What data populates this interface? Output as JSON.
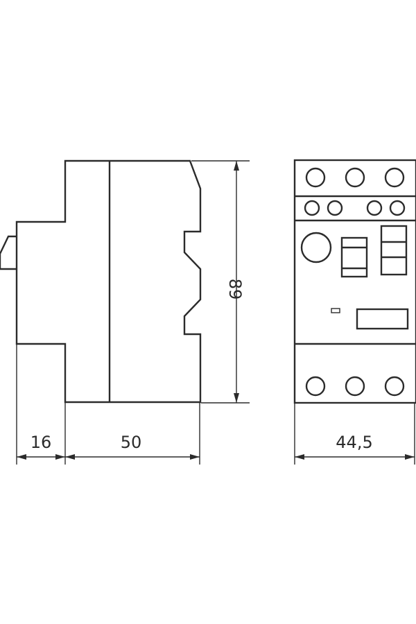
{
  "dimensions": {
    "side_depth_front": "16",
    "side_depth_body": "50",
    "height": "89",
    "front_width": "44,5"
  },
  "colors": {
    "line": "#2b2b2b",
    "background": "#ffffff"
  }
}
